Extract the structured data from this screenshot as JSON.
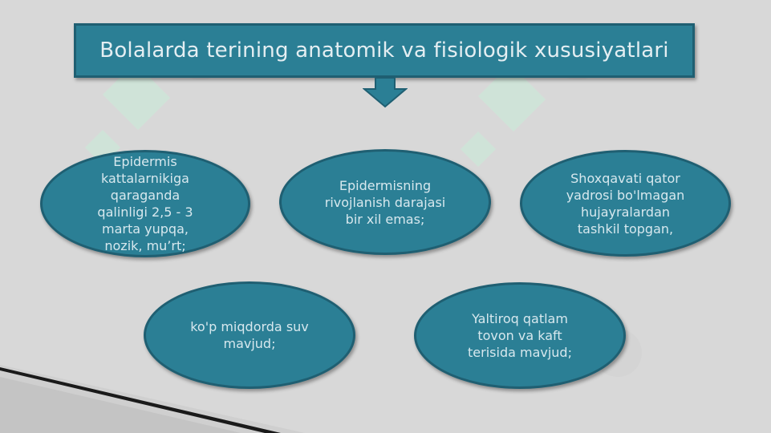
{
  "title": "Bolalarda terining anatomik va fisiologik xususiyatlari",
  "nodes": [
    "Epidermis\nkattalarnikiga\nqaraganda\nqalinligi 2,5 - 3\nmarta yupqa,\nnozik, mu’rt;",
    "Epidermisning\nrivojlanish darajasi\nbir xil emas;",
    "Shoxqavati qator\nyadrosi bo'lmagan\nhujayralardan\ntashkil topgan,",
    "ko'p miqdorda suv\nmavjud;",
    "Yaltiroq qatlam\ntovon va kaft\nterisida mavjud;"
  ],
  "colors": {
    "box_fill": "#2b7f95",
    "box_border": "#1f5f72",
    "text": "#d7e8ee",
    "background": "#d8d8d8"
  }
}
